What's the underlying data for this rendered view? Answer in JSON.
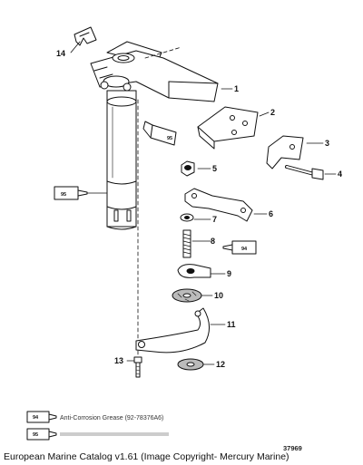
{
  "callouts": [
    "1",
    "2",
    "3",
    "4",
    "5",
    "6",
    "7",
    "8",
    "9",
    "10",
    "11",
    "12",
    "13",
    "14"
  ],
  "tube_labels": {
    "upper": "95",
    "middle": "95",
    "right": "94"
  },
  "legend": {
    "row1": {
      "code": "94",
      "text": "Anti-Corrosion Grease (92-78376A6)"
    },
    "row2": {
      "code": "95"
    }
  },
  "figure_number": "37969",
  "caption": "European Marine Catalog v1.61 (Image Copyright- Mercury Marine)"
}
